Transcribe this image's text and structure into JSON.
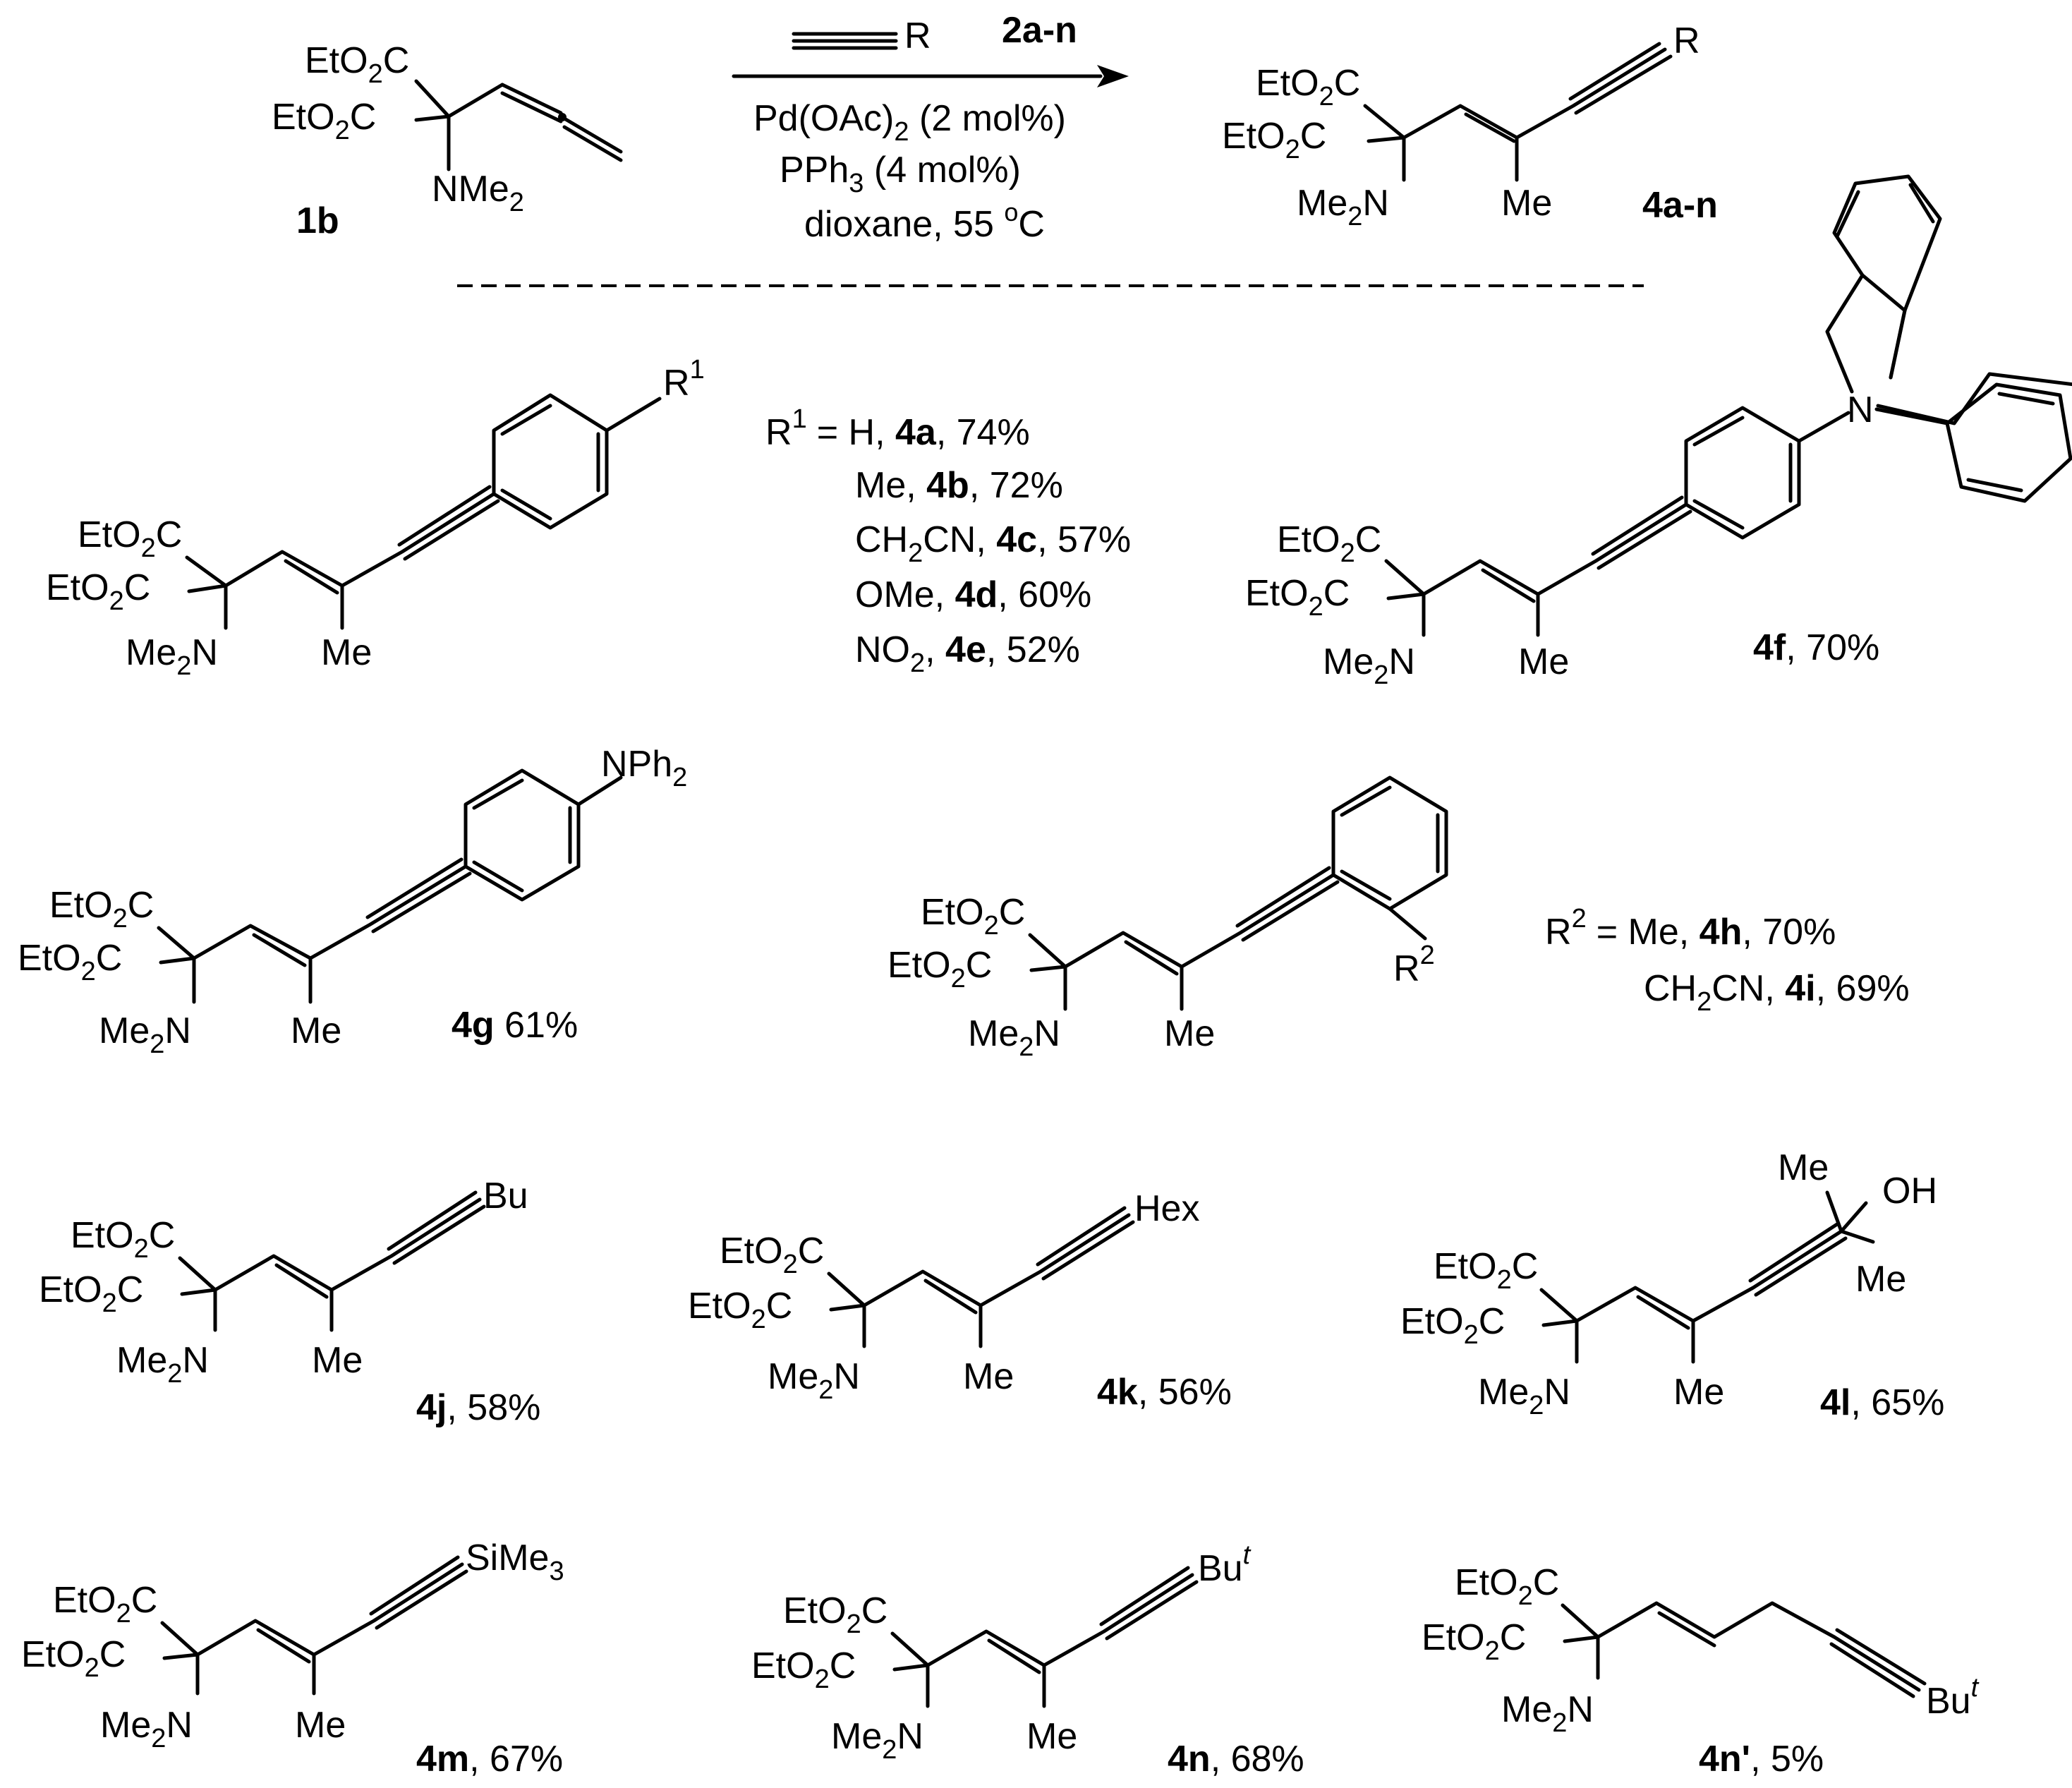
{
  "reaction": {
    "substrate_label": "1b",
    "reagent_R": "R",
    "reagent_label": "2a-n",
    "catalyst": "Pd(OAc)",
    "catalyst_sub": "2",
    "catalyst_loading": " (2 mol%)",
    "ligand": "PPh",
    "ligand_sub": "3",
    "ligand_loading": " (4 mol%)",
    "conditions": "dioxane, 55 ",
    "degree": "o",
    "celsius": "C",
    "product_label": "4a-n",
    "product_R": "R"
  },
  "groups": {
    "eto2c_pre": "EtO",
    "eto2c_sub": "2",
    "eto2c_post": "C",
    "nme2": "NMe",
    "nme2_sub": "2",
    "me2n_pre": "Me",
    "me2n_sub": "2",
    "me2n_post": "N",
    "me": "Me",
    "n": "N",
    "nph2": "NPh",
    "nph2_sub": "2",
    "bu": "Bu",
    "hex": "Hex",
    "oh": "OH",
    "sime3": "SiMe",
    "sime3_sub": "3",
    "but": "Bu",
    "but_sup": "t"
  },
  "products": {
    "r1_label": "R",
    "r1_sup": "1",
    "r1_list": [
      {
        "sub": "= H, ",
        "id": "4a",
        "yield": ", 74%"
      },
      {
        "sub": "Me, ",
        "id": "4b",
        "yield": ", 72%"
      },
      {
        "sub_pre": "CH",
        "sub_sub": "2",
        "sub_post": "CN, ",
        "id": "4c",
        "yield": ", 57%"
      },
      {
        "sub": "OMe, ",
        "id": "4d",
        "yield": ", 60%"
      },
      {
        "sub_pre": "NO",
        "sub_sub": "2",
        "sub_post": ", ",
        "id": "4e",
        "yield": ", 52%"
      }
    ],
    "f": {
      "id": "4f",
      "yield": ", 70%"
    },
    "g": {
      "id": "4g",
      "yield": " 61%"
    },
    "r2_label": "R",
    "r2_sup": "2",
    "r2_list": [
      {
        "sub": "= Me, ",
        "id": "4h",
        "yield": ", 70%"
      },
      {
        "sub_pre": "CH",
        "sub_sub": "2",
        "sub_post": "CN, ",
        "id": "4i",
        "yield": ", 69%"
      }
    ],
    "j": {
      "id": "4j",
      "yield": ", 58%"
    },
    "k": {
      "id": "4k",
      "yield": ", 56%"
    },
    "l": {
      "id": "4l",
      "yield": ", 65%"
    },
    "m": {
      "id": "4m",
      "yield": ", 67%"
    },
    "n": {
      "id": "4n",
      "yield": ", 68%"
    },
    "np": {
      "id": "4n'",
      "yield": ", 5%"
    }
  }
}
